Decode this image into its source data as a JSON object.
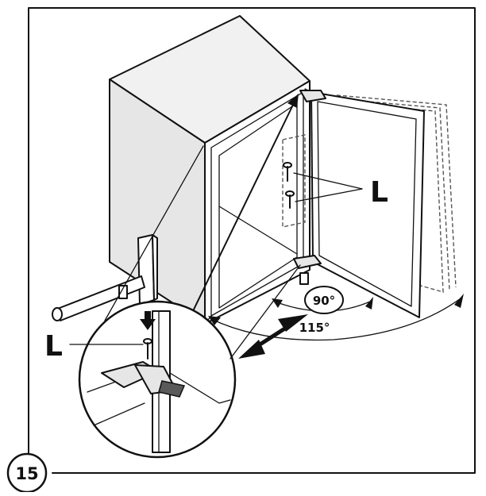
{
  "figure": {
    "step_number": "15",
    "screw_label": "L",
    "angle_small": "90°",
    "angle_large": "115°"
  }
}
